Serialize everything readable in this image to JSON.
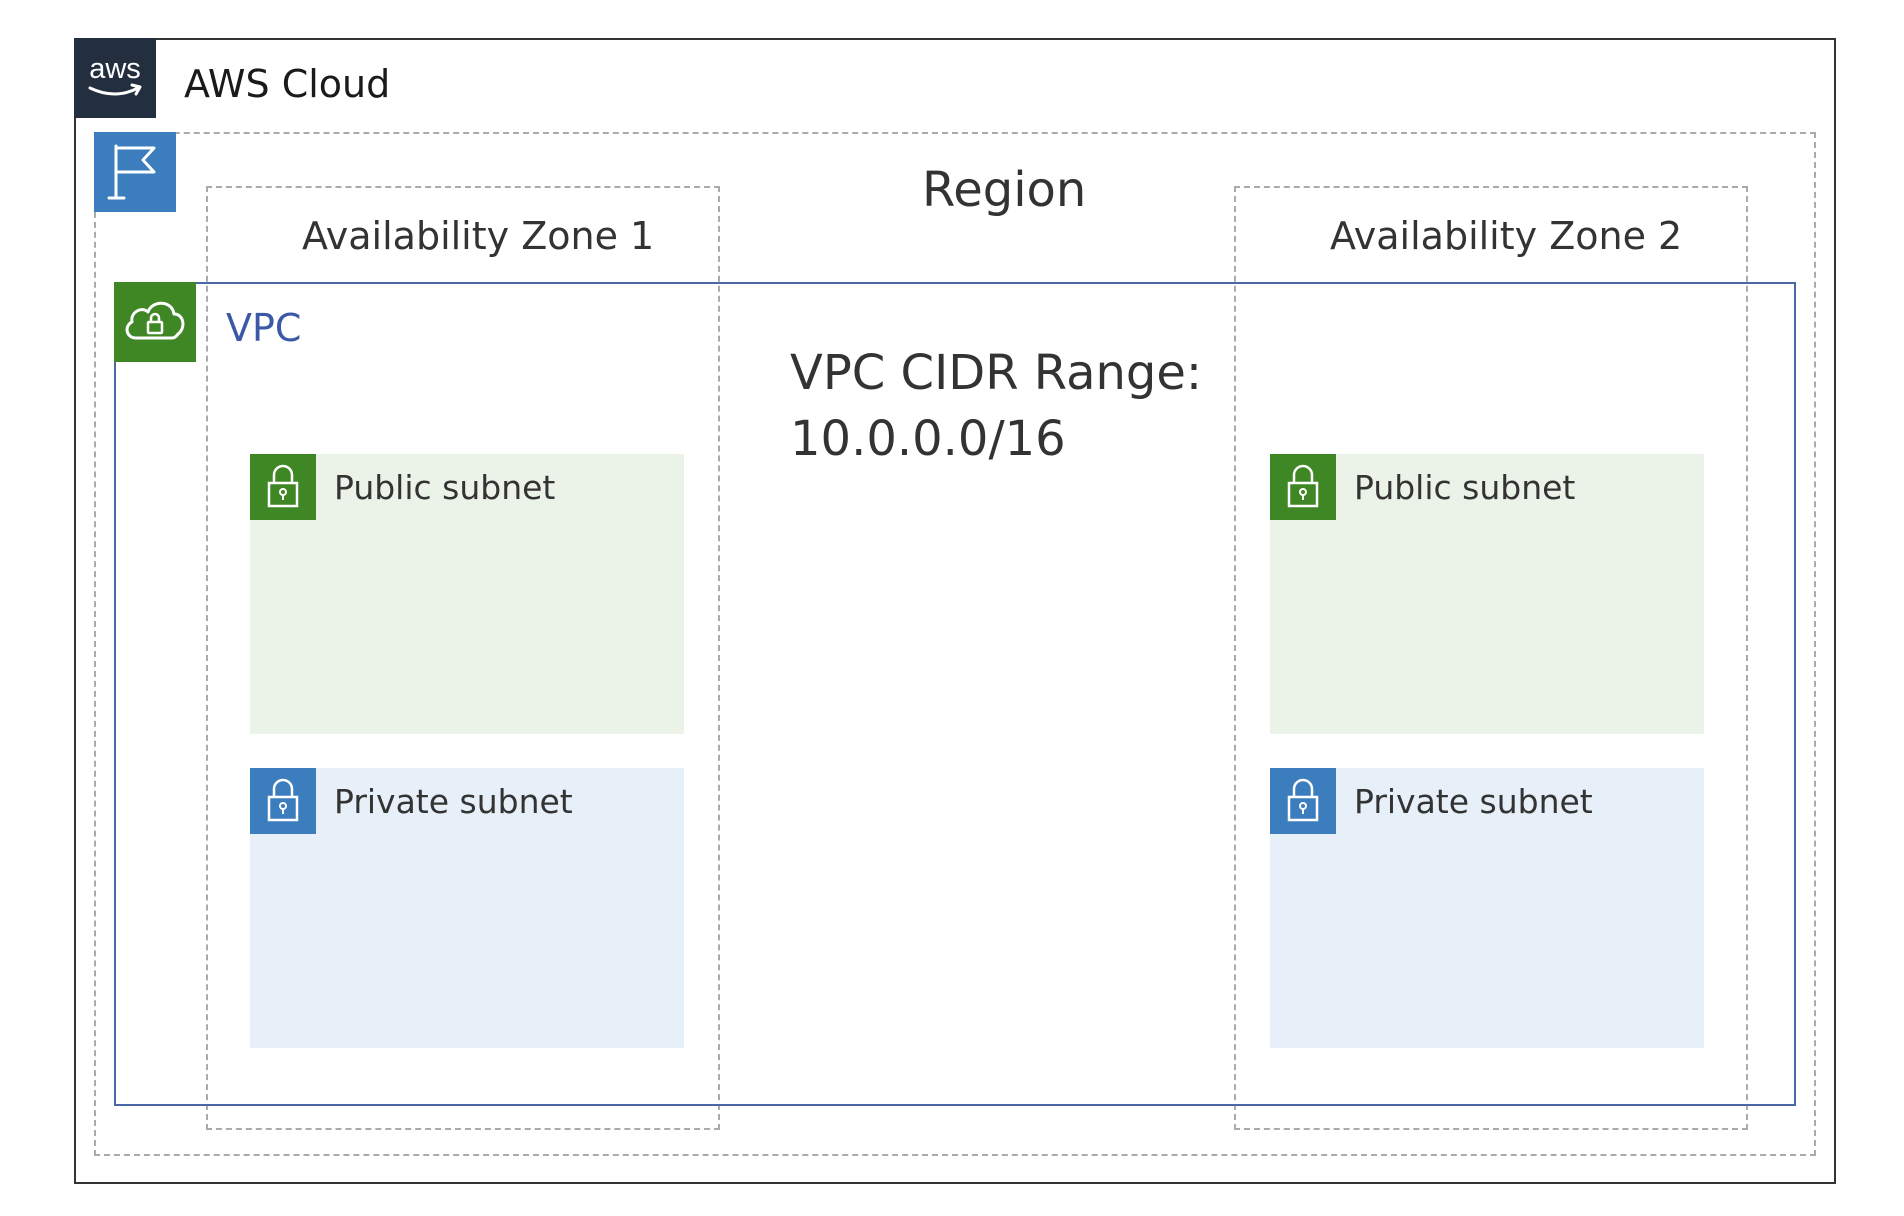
{
  "cloud": {
    "logo_text": "aws",
    "title": "AWS Cloud"
  },
  "region": {
    "title": "Region",
    "icon": "flag-icon"
  },
  "availability_zones": [
    {
      "label": "Availability Zone 1"
    },
    {
      "label": "Availability Zone 2"
    }
  ],
  "vpc": {
    "label": "VPC",
    "icon": "cloud-lock-icon",
    "cidr_line1": "VPC CIDR Range:",
    "cidr_line2": "10.0.0.0/16"
  },
  "subnets": {
    "az1_public": "Public subnet",
    "az1_private": "Private subnet",
    "az2_public": "Public subnet",
    "az2_private": "Private subnet",
    "icon": "padlock-icon"
  },
  "colors": {
    "aws_dark": "#232f3e",
    "region_blue": "#3b7dbd",
    "vpc_green": "#3f8624",
    "vpc_border": "#4a67a6",
    "public_fill": "#ebf2e8",
    "private_fill": "#e7f0f8"
  }
}
